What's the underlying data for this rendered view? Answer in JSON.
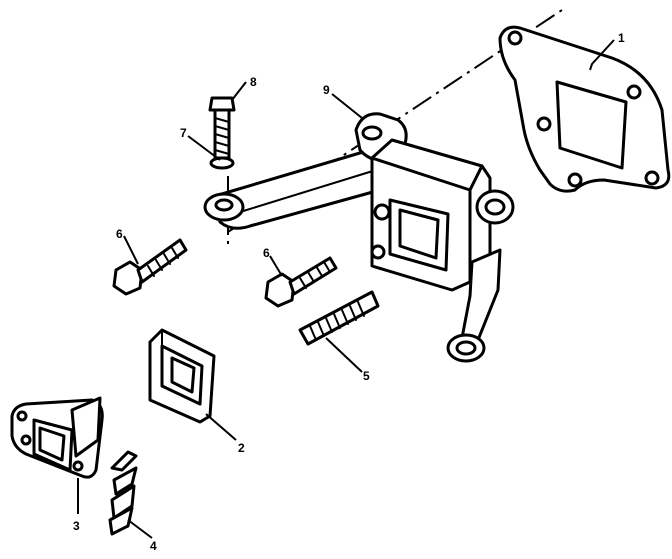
{
  "diagram": {
    "callouts": [
      {
        "id": "1",
        "label": "1"
      },
      {
        "id": "2",
        "label": "2"
      },
      {
        "id": "3",
        "label": "3"
      },
      {
        "id": "4",
        "label": "4"
      },
      {
        "id": "5",
        "label": "5"
      },
      {
        "id": "6a",
        "label": "6"
      },
      {
        "id": "6b",
        "label": "6"
      },
      {
        "id": "7",
        "label": "7"
      },
      {
        "id": "8",
        "label": "8"
      },
      {
        "id": "9",
        "label": "9"
      }
    ]
  }
}
